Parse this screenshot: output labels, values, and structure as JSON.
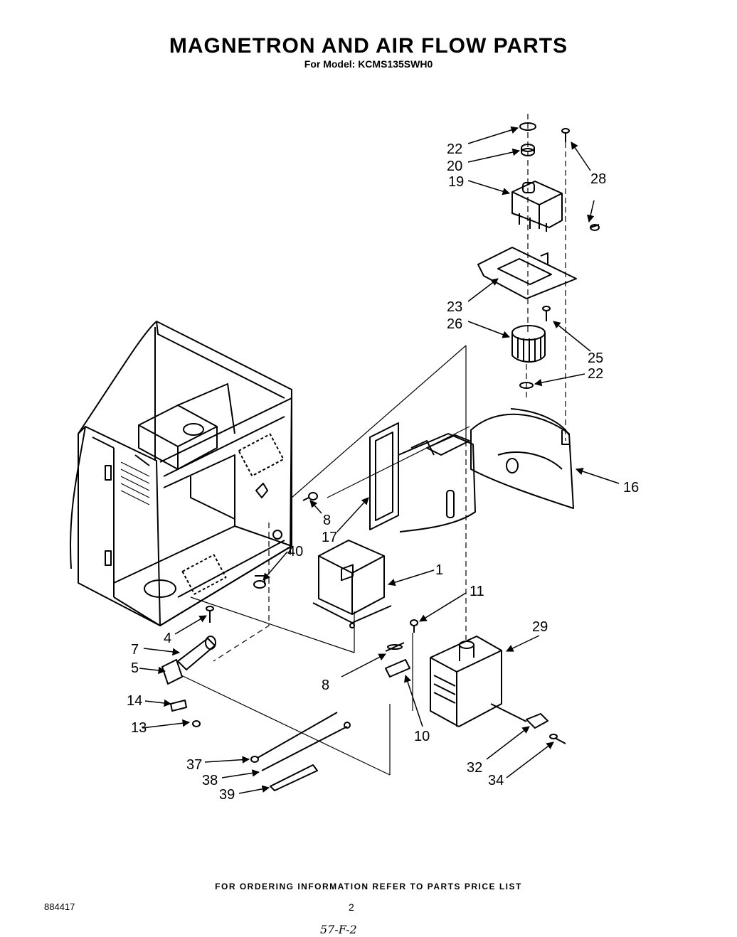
{
  "header": {
    "title": "MAGNETRON AND AIR FLOW PARTS",
    "subtitle": "For Model: KCMS135SWH0"
  },
  "callouts": [
    "22",
    "20",
    "19",
    "28",
    "23",
    "26",
    "25",
    "22",
    "16",
    "8",
    "17",
    "1",
    "40",
    "11",
    "29",
    "4",
    "7",
    "5",
    "14",
    "13",
    "8",
    "10",
    "37",
    "38",
    "39",
    "32",
    "34"
  ],
  "footer": {
    "ordering_note": "FOR ORDERING INFORMATION REFER TO PARTS PRICE LIST",
    "document_number": "884417",
    "page_number": "2",
    "handwritten_note": "57-F-2"
  }
}
